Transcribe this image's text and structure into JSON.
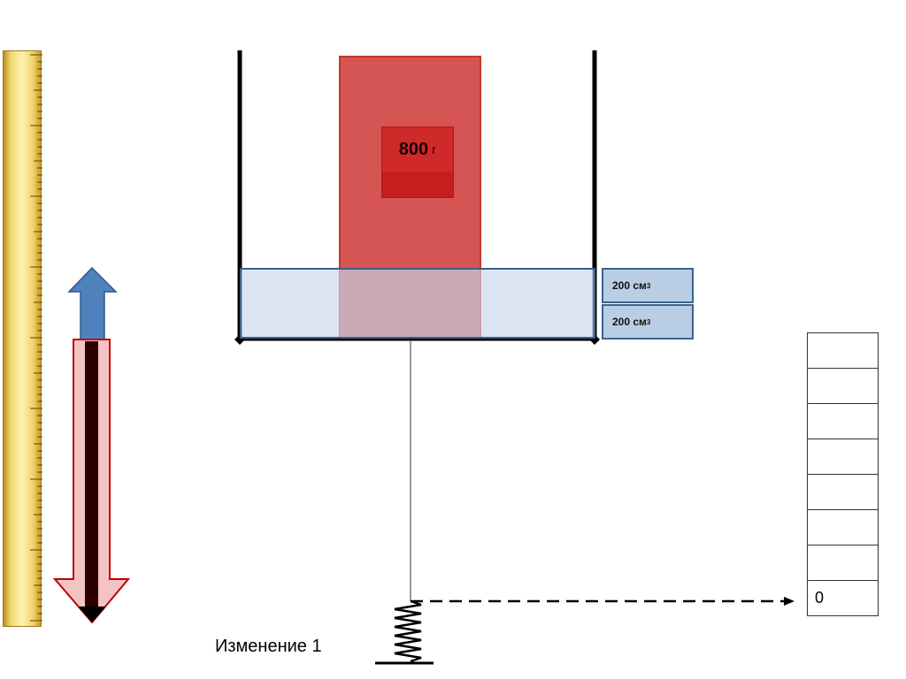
{
  "weight": {
    "value": "800",
    "unit": "г"
  },
  "volumes": [
    {
      "value": "200 см",
      "sup": "3"
    },
    {
      "value": "200 см",
      "sup": "3"
    }
  ],
  "scale": {
    "rows": [
      "",
      "",
      "",
      "",
      "",
      "",
      "",
      "0"
    ]
  },
  "caption": "Изменение 1",
  "colors": {
    "weight": "#d04242",
    "water": "#c8d7eb",
    "volume_box": "#b9cde5",
    "arrow_up": "#4f81bd",
    "arrow_down_fill": "#f4c4c4",
    "arrow_down_border": "#c00000",
    "arrow_core": "#2a0000"
  }
}
